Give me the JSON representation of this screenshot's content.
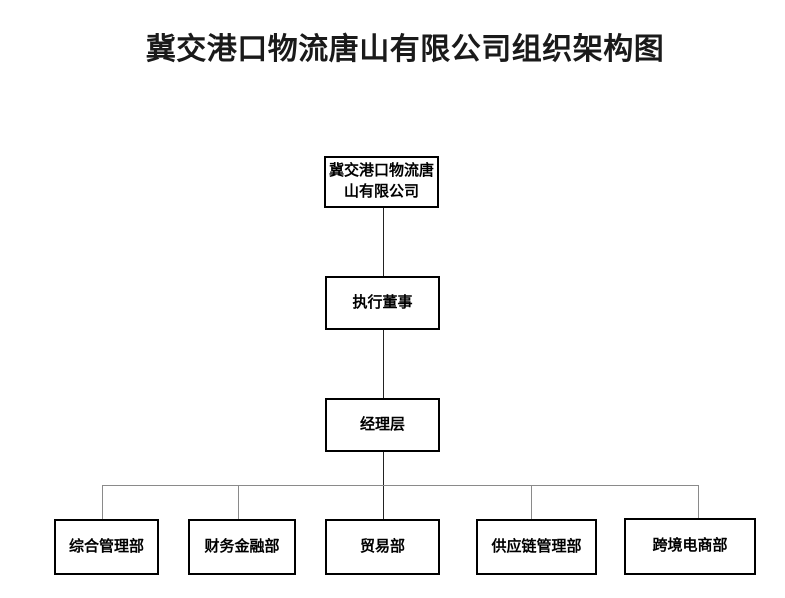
{
  "title": "冀交港口物流唐山有限公司组织架构图",
  "org": {
    "root": {
      "label": "冀交港口物流唐山有限公司"
    },
    "executive_director": {
      "label": "执行董事"
    },
    "management_layer": {
      "label": "经理层"
    },
    "departments": [
      {
        "label": "综合管理部"
      },
      {
        "label": "财务金融部"
      },
      {
        "label": "贸易部"
      },
      {
        "label": "供应链管理部"
      },
      {
        "label": "跨境电商部"
      }
    ]
  },
  "colors": {
    "background": "#ffffff",
    "box_border": "#000000",
    "text": "#000000",
    "spine_line": "#222222",
    "branch_line": "#8a8a8a"
  }
}
